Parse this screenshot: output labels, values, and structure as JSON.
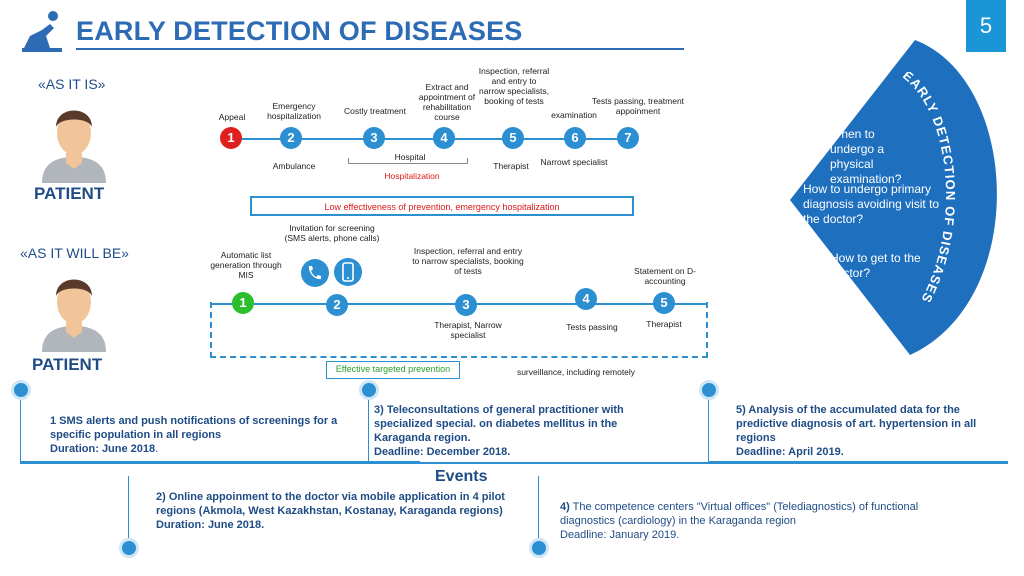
{
  "header": {
    "title": "EARLY DETECTION OF DISEASES",
    "page_number": "5"
  },
  "as_is": {
    "label": "«AS IT IS»",
    "patient": "PATIENT",
    "steps": {
      "appeal": "Appeal",
      "emergency": "Emergency hospitalization",
      "costly": "Costly treatment",
      "extract": "Extract and appointment of rehabilitation course",
      "inspection": "Inspection, referral and entry to narrow specialists, booking of tests",
      "examination": "examination",
      "tests_passing": "Tests passing, treatment appoinment",
      "ambulance": "Ambulance",
      "hospital": "Hospital",
      "hospitalization": "Hospitalization",
      "therapist": "Therapist",
      "narrowt": "Narrowt specialist"
    },
    "numbers": [
      "1",
      "2",
      "3",
      "4",
      "5",
      "6",
      "7"
    ],
    "problem": "Low effectiveness of prevention, emergency hospitalization"
  },
  "will_be": {
    "label": "«AS IT WILL BE»",
    "patient": "PATIENT",
    "steps": {
      "auto_list": "Automatic list generation through MIS",
      "invitation": "Invitation for screening (SMS alerts, phone calls)",
      "inspection": "Inspection, referral and entry to narrow specialists, booking of tests",
      "statement": "Statement on D-accounting",
      "therapist_narrow": "Therapist, Narrow specialist",
      "tests_passing": "Tests passing",
      "therapist": "Therapist",
      "surveillance": "surveillance, including remotely"
    },
    "numbers": [
      "1",
      "2",
      "3",
      "4",
      "5"
    ],
    "result": "Effective targeted prevention"
  },
  "side_panel": {
    "arc_title": "EARLY DETECTION OF DISEASES",
    "q1": "When to undergo a physical examination?",
    "q2": "How to undergo primary diagnosis avoiding visit to the doctor?",
    "q3": "How to get to the doctor?",
    "color": "#1e6fbd"
  },
  "events": {
    "title": "Events",
    "e1": "1 SMS alerts and push notifications of screenings for a specific population in all regions",
    "e1_deadline": "Duration: June 2018",
    "e1_dot": ".",
    "e2": "2) Online appoinment to the doctor via mobile application in 4 pilot regions (Akmola, West Kazakhstan, Kostanay, Karaganda regions)",
    "e2_deadline": "Duration: June 2018.",
    "e3": "3) Teleconsultations of general practitioner with specialized special. on diabetes mellitus in the Karaganda region.",
    "e3_deadline": "Deadline: December 2018.",
    "e4_num": "4)",
    "e4": "The competence centers \"Virtual offices\" (Telediagnostics) of functional diagnostics (cardiology) in the Karaganda region",
    "e4_deadline": "Deadline: January 2019.",
    "e5": "5) Analysis of the accumulated data for the predictive diagnosis of art. hypertension in all regions",
    "e5_deadline": "Deadline: April 2019."
  },
  "colors": {
    "accent": "#2e6bb5",
    "red": "#e0201f",
    "green": "#2bbf2b",
    "panel": "#1e6fbd"
  }
}
